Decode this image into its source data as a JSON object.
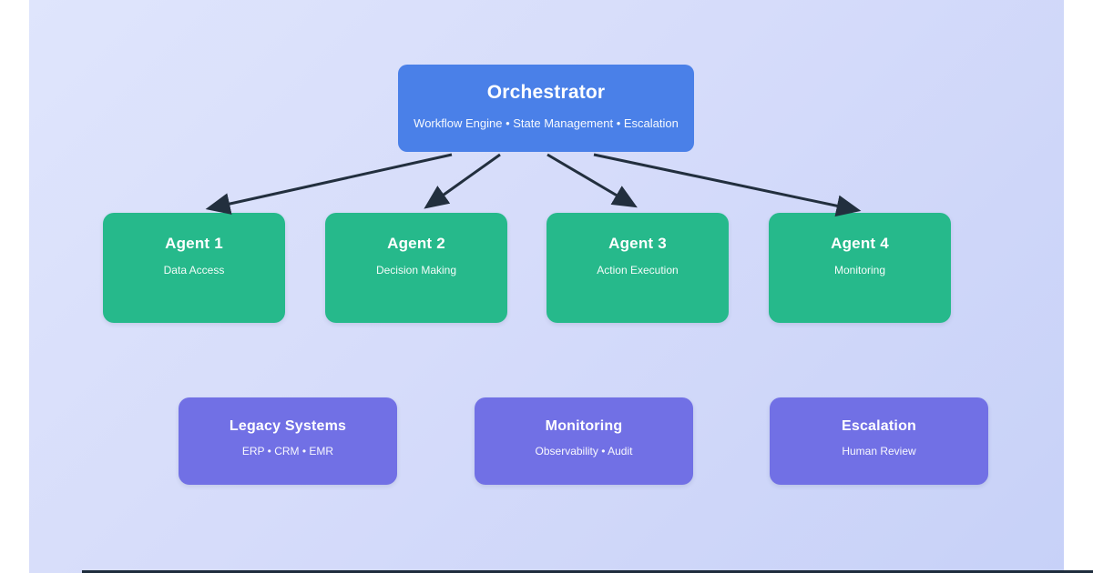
{
  "diagram": {
    "orchestrator": {
      "title": "Orchestrator",
      "subtitle": "Workflow Engine • State Management • Escalation"
    },
    "agents": [
      {
        "title": "Agent 1",
        "subtitle": "Data Access"
      },
      {
        "title": "Agent 2",
        "subtitle": "Decision Making"
      },
      {
        "title": "Agent 3",
        "subtitle": "Action Execution"
      },
      {
        "title": "Agent 4",
        "subtitle": "Monitoring"
      }
    ],
    "systems": [
      {
        "title": "Legacy Systems",
        "subtitle": "ERP • CRM • EMR"
      },
      {
        "title": "Monitoring",
        "subtitle": "Observability • Audit"
      },
      {
        "title": "Escalation",
        "subtitle": "Human Review"
      }
    ],
    "connections": [
      {
        "from": "orchestrator",
        "to": "agent-1"
      },
      {
        "from": "orchestrator",
        "to": "agent-2"
      },
      {
        "from": "orchestrator",
        "to": "agent-3"
      },
      {
        "from": "orchestrator",
        "to": "agent-4"
      }
    ],
    "colors": {
      "orchestrator_fill": "#4a80e8",
      "agent_fill": "#26b98b",
      "system_fill": "#7170e5",
      "arrow": "#222f3e",
      "canvas_gradient_start": "#dfe5fc",
      "canvas_gradient_end": "#c7d1f8"
    }
  }
}
